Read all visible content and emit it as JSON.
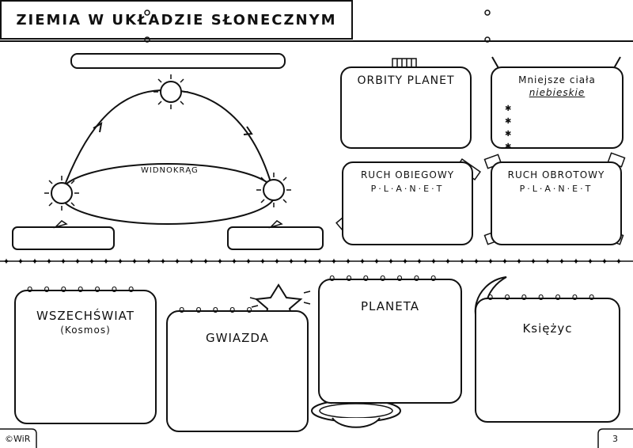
{
  "header": {
    "title": "ZIEMIA W UKŁADZIE SŁONECZNYM"
  },
  "sky_diagram": {
    "horizon_label": "WIDNOKRĄG"
  },
  "boxes": {
    "orbits": {
      "label": "ORBITY PLANET"
    },
    "small_bodies": {
      "label_line1": "Mniejsze ciała",
      "label_line2": "niebieskie"
    },
    "orbital_motion": {
      "label_line1": "RUCH OBIEGOWY",
      "label_line2": "P·L·A·N·E·T"
    },
    "rotational_motion": {
      "label_line1": "RUCH OBROTOWY",
      "label_line2": "P·L·A·N·E·T"
    }
  },
  "notepads": {
    "universe": {
      "label": "WSZECHŚWIAT",
      "sublabel": "(Kosmos)"
    },
    "star": {
      "label": "GWIAZDA"
    },
    "planet": {
      "label": "PLANETA"
    },
    "moon": {
      "label": "Księżyc"
    }
  },
  "footer": {
    "copyright": "©WiR",
    "page_number": "3"
  }
}
